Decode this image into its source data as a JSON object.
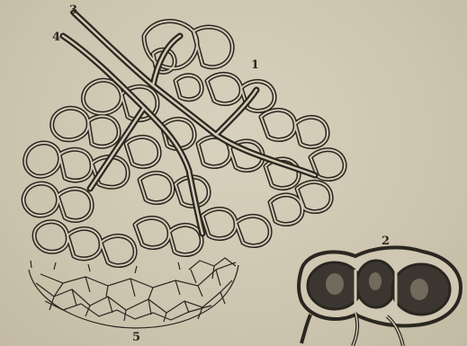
{
  "figure": {
    "labels": {
      "one": "1",
      "two": "2",
      "three": "3",
      "four": "4",
      "five": "5"
    }
  },
  "colors": {
    "paper": "#cfc7b2",
    "ink": "#2a2620",
    "alveolus_fill": "#3b3630"
  }
}
